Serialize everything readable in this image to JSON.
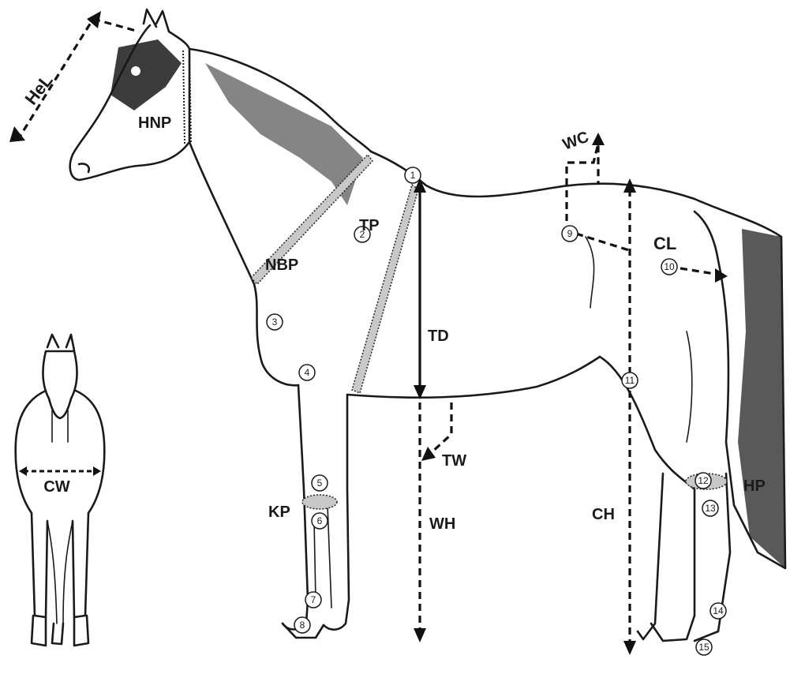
{
  "measurements": {
    "HeL": "HeL",
    "HNP": "HNP",
    "NBP": "NBP",
    "TP": "TP",
    "TD": "TD",
    "TW": "TW",
    "WH": "WH",
    "WC": "WC",
    "CL": "CL",
    "CH": "CH",
    "HP": "HP",
    "KP": "KP",
    "CW": "CW"
  },
  "points": [
    "1",
    "2",
    "3",
    "4",
    "5",
    "6",
    "7",
    "8",
    "9",
    "10",
    "11",
    "12",
    "13",
    "14",
    "15"
  ],
  "colors": {
    "ink": "#1a1a1a",
    "band_fill": "#c8c8c8"
  }
}
